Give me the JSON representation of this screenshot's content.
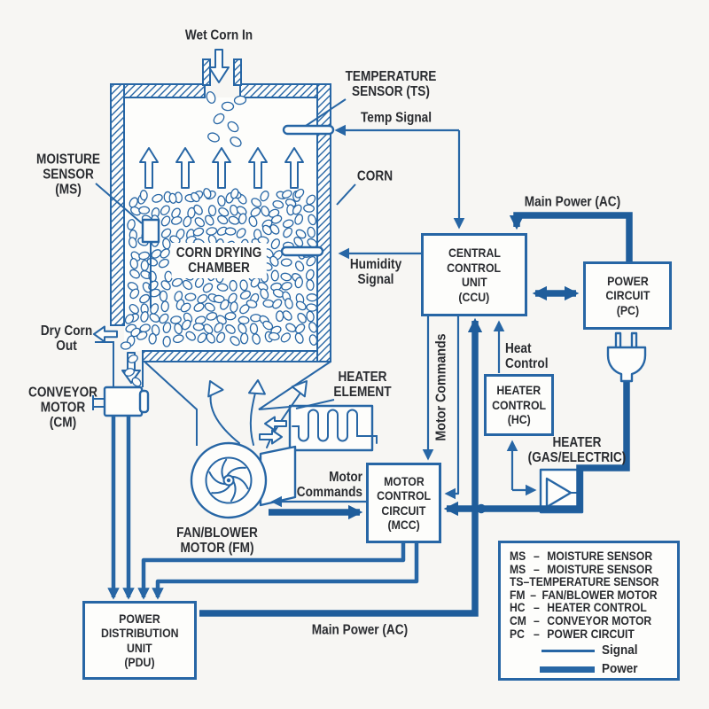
{
  "colors": {
    "line_blue": "#2766a5",
    "power_blue": "#1f5d9b",
    "text": "#2a2c30",
    "background": "#f7f6f3"
  },
  "labels": {
    "wet_corn_in": "Wet Corn In",
    "temperature_sensor": [
      "TEMPERATURE",
      "SENSOR (TS)"
    ],
    "temp_signal": "Temp Signal",
    "corn": "CORN",
    "moisture_sensor": [
      "MOISTURE",
      "SENSOR",
      "(MS)"
    ],
    "corn_drying_chamber": [
      "CORN DRYING",
      "CHAMBER"
    ],
    "humidity_signal": [
      "Humidity",
      "Signal"
    ],
    "main_power_top": "Main Power (AC)",
    "dry_corn_out": [
      "Dry Corn",
      "Out"
    ],
    "conveyor_motor": [
      "CONVEYOR",
      "MOTOR",
      "(CM)"
    ],
    "heater_element": [
      "HEATER",
      "ELEMENT"
    ],
    "heat_control": [
      "Heat",
      "Control"
    ],
    "heater_gas_electric": [
      "HEATER",
      "(GAS/ELECTRIC)"
    ],
    "motor_commands_vertical": "Motor Commands",
    "motor_commands": [
      "Motor",
      "Commands"
    ],
    "fan_blower_motor": [
      "FAN/BLOWER",
      "MOTOR (FM)"
    ],
    "main_power_bottom": "Main Power (AC)"
  },
  "boxes": {
    "ccu": [
      "CENTRAL",
      "CONTROL",
      "UNIT",
      "(CCU)"
    ],
    "pc": [
      "POWER",
      "CIRCUIT",
      "(PC)"
    ],
    "hc": [
      "HEATER",
      "CONTROL",
      "(HC)"
    ],
    "mcc": [
      "MOTOR",
      "CONTROL",
      "CIRCUIT",
      "(MCC)"
    ],
    "pdu": [
      "POWER",
      "DISTRIBUTION",
      "UNIT",
      "(PDU)"
    ]
  },
  "legend": {
    "separator": "–",
    "entries": [
      {
        "abbr": "MS",
        "name": "MOISTURE SENSOR"
      },
      {
        "abbr": "MS",
        "name": "MOISTURE SENSOR"
      },
      {
        "abbr": "TS",
        "name": "TEMPERATURE SENSOR"
      },
      {
        "abbr": "FM",
        "name": "FAN/BLOWER MOTOR"
      },
      {
        "abbr": "HC",
        "name": "HEATER CONTROL"
      },
      {
        "abbr": "CM",
        "name": "CONVEYOR MOTOR"
      },
      {
        "abbr": "PC",
        "name": "POWER CIRCUIT"
      }
    ],
    "signal_label": "Signal",
    "power_label": "Power"
  }
}
